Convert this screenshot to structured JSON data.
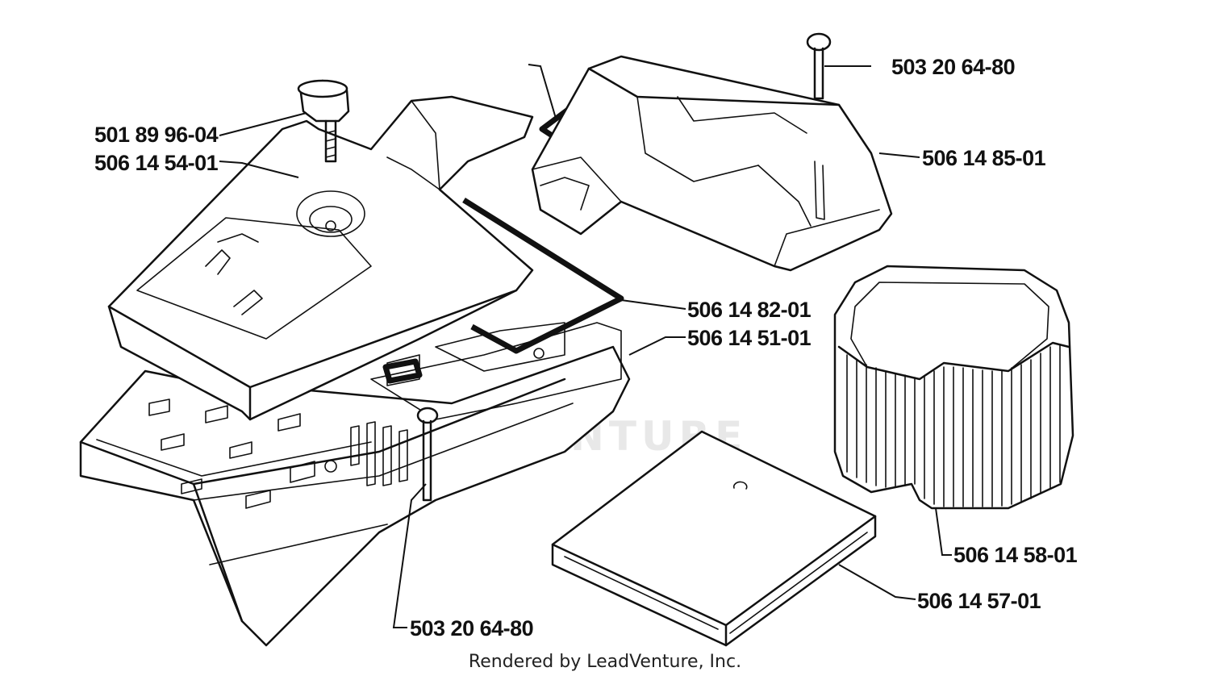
{
  "watermark": "ADVENTURE",
  "footer": "Rendered by LeadVenture, Inc.",
  "parts": [
    {
      "id": "knob",
      "number": "501 89 96-04"
    },
    {
      "id": "cylinder-cover",
      "number": "506 14 54-01"
    },
    {
      "id": "screw-top",
      "number": "503 20 64-80"
    },
    {
      "id": "air-filter-cover",
      "number": "506 14 85-01"
    },
    {
      "id": "gasket",
      "number": "506 14 82-01"
    },
    {
      "id": "filter-holder",
      "number": "506 14 51-01"
    },
    {
      "id": "air-filter",
      "number": "506 14 58-01"
    },
    {
      "id": "pre-filter",
      "number": "506 14 57-01"
    },
    {
      "id": "screw-bottom",
      "number": "503 20 64-80"
    }
  ]
}
